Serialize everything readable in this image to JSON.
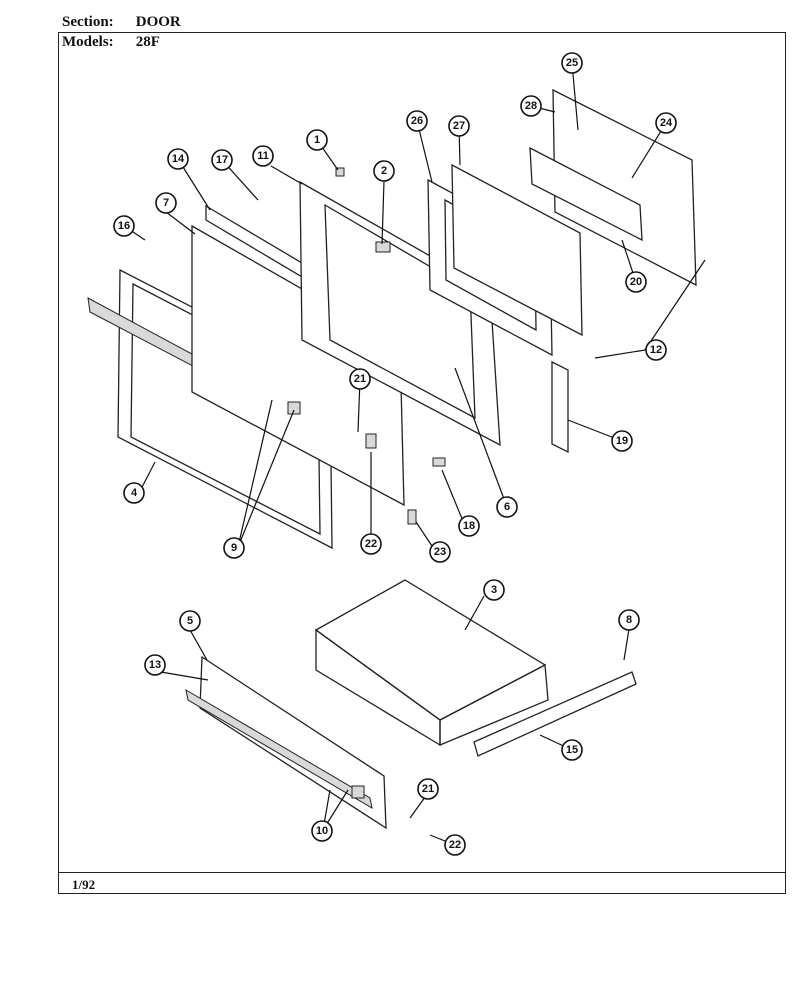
{
  "header": {
    "section_label": "Section:",
    "section_value": "DOOR",
    "models_label": "Models:",
    "models_value": "28F"
  },
  "footer": {
    "date": "1/92"
  },
  "callouts": [
    {
      "id": "c1",
      "label": "1"
    },
    {
      "id": "c2",
      "label": "2"
    },
    {
      "id": "c3",
      "label": "3"
    },
    {
      "id": "c4",
      "label": "4"
    },
    {
      "id": "c5",
      "label": "5"
    },
    {
      "id": "c6",
      "label": "6"
    },
    {
      "id": "c7",
      "label": "7"
    },
    {
      "id": "c8",
      "label": "8"
    },
    {
      "id": "c9",
      "label": "9"
    },
    {
      "id": "c10",
      "label": "10"
    },
    {
      "id": "c11",
      "label": "11"
    },
    {
      "id": "c12",
      "label": "12"
    },
    {
      "id": "c13",
      "label": "13"
    },
    {
      "id": "c14",
      "label": "14"
    },
    {
      "id": "c15",
      "label": "15"
    },
    {
      "id": "c16",
      "label": "16"
    },
    {
      "id": "c17",
      "label": "17"
    },
    {
      "id": "c18",
      "label": "18"
    },
    {
      "id": "c19",
      "label": "19"
    },
    {
      "id": "c20",
      "label": "20"
    },
    {
      "id": "c21a",
      "label": "21"
    },
    {
      "id": "c21b",
      "label": "21"
    },
    {
      "id": "c22a",
      "label": "22"
    },
    {
      "id": "c22b",
      "label": "22"
    },
    {
      "id": "c23",
      "label": "23"
    },
    {
      "id": "c24",
      "label": "24"
    },
    {
      "id": "c25",
      "label": "25"
    },
    {
      "id": "c26",
      "label": "26"
    },
    {
      "id": "c27",
      "label": "27"
    },
    {
      "id": "c28",
      "label": "28"
    }
  ]
}
